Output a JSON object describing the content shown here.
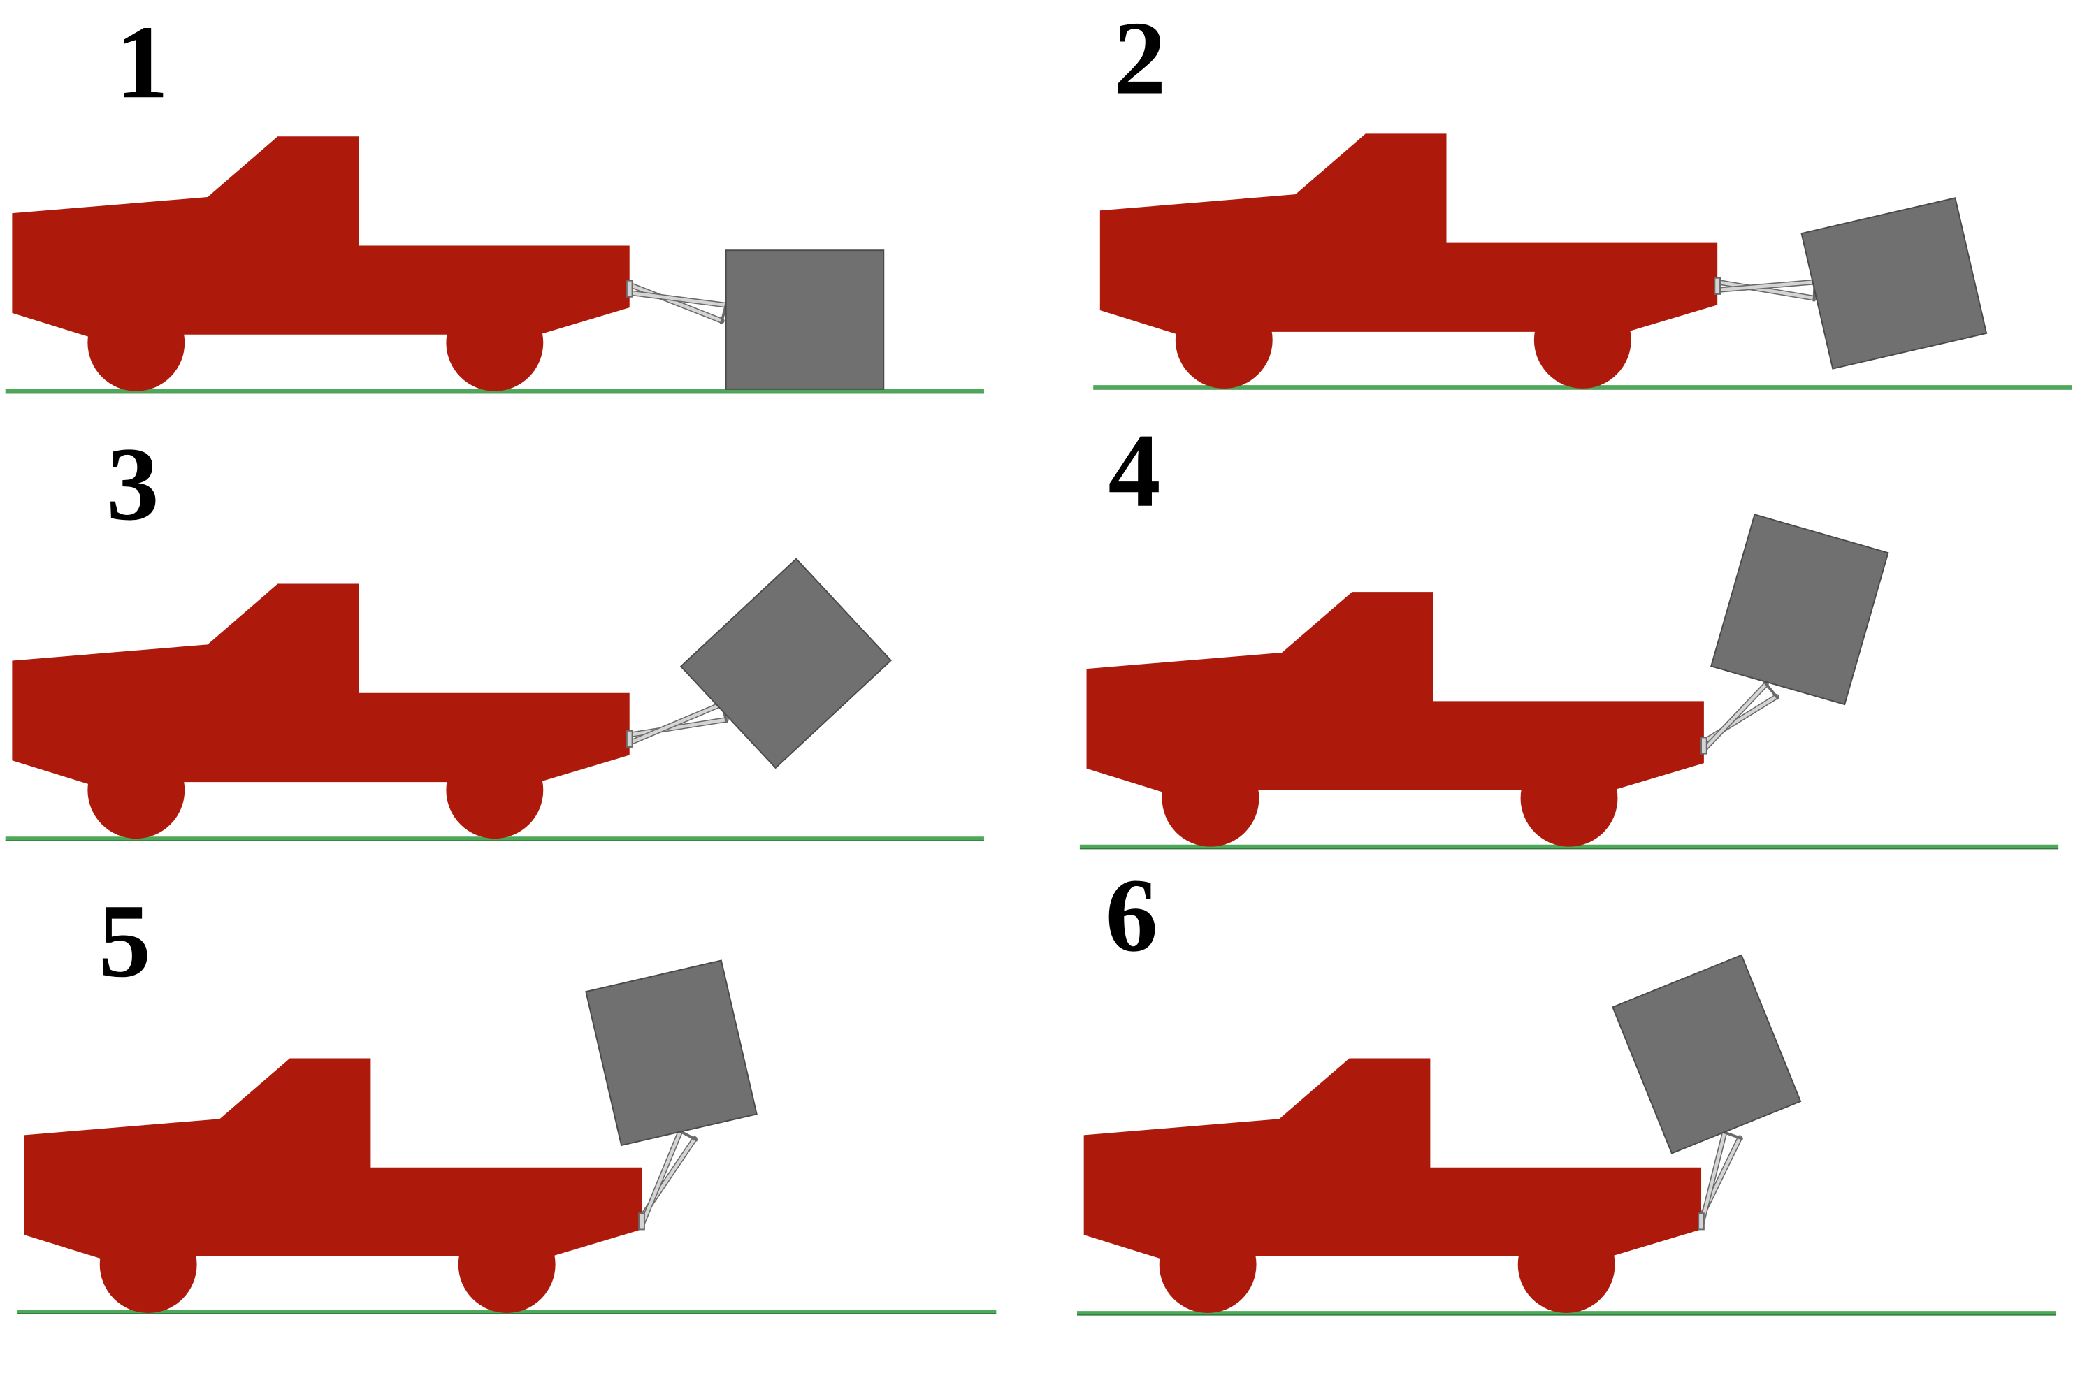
{
  "colors": {
    "truck": "#ad1a0b",
    "box": "#707070",
    "box_stroke": "#4a4a4a",
    "ground": "#4ea85a",
    "ground_dark": "#2f7a3a",
    "linkage": "#d4d4d4",
    "linkage_stroke": "#6a6a6a"
  },
  "frames": [
    {
      "label": "1",
      "box_tilt_deg": 0
    },
    {
      "label": "2",
      "box_tilt_deg": -13
    },
    {
      "label": "3",
      "box_tilt_deg": -43
    },
    {
      "label": "4",
      "box_tilt_deg": -74
    },
    {
      "label": "5",
      "box_tilt_deg": -103
    },
    {
      "label": "6",
      "box_tilt_deg": -112
    }
  ]
}
